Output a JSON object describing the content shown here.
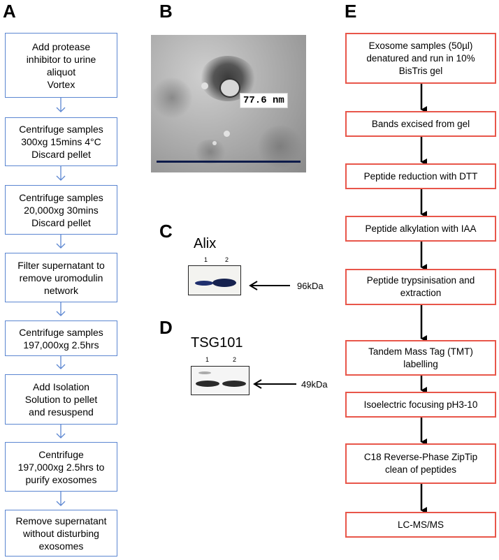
{
  "panels": {
    "a": "A",
    "b": "B",
    "c": "C",
    "d": "D",
    "e": "E"
  },
  "flow_a": [
    [
      "Add  protease",
      "inhibitor to urine",
      "aliquot",
      "Vortex"
    ],
    [
      "Centrifuge samples",
      "300xg 15mins 4°C",
      "Discard pellet"
    ],
    [
      "Centrifuge samples",
      "20,000xg 30mins",
      "Discard pellet"
    ],
    [
      "Filter supernatant to",
      "remove uromodulin",
      "network"
    ],
    [
      "Centrifuge  samples",
      "197,000xg 2.5hrs"
    ],
    [
      "Add Isolation",
      "Solution to pellet",
      "and resuspend"
    ],
    [
      "Centrifuge",
      "197,000xg 2.5hrs to",
      "purify exosomes"
    ],
    [
      "Remove supernatant",
      "without disturbing",
      "exosomes"
    ]
  ],
  "em": {
    "measurement": "77.6 nm"
  },
  "blot_c": {
    "title": "Alix",
    "lanes": [
      "1",
      "2"
    ],
    "marker": "96kDa"
  },
  "blot_d": {
    "title": "TSG101",
    "lanes": [
      "1",
      "2"
    ],
    "marker": "49kDa"
  },
  "flow_e": [
    [
      "Exosome samples (50µl)",
      "denatured and run in 10%",
      "BisTris gel"
    ],
    [
      "Bands excised from gel"
    ],
    [
      "Peptide reduction with DTT"
    ],
    [
      "Peptide alkylation  with IAA"
    ],
    [
      "Peptide trypsinisation and",
      "extraction"
    ],
    [
      "Tandem Mass Tag (TMT)",
      "labelling"
    ],
    [
      "Isoelectric focusing pH3-10"
    ],
    [
      "C18 Reverse-Phase ZipTip",
      "clean of peptides"
    ],
    [
      "LC-MS/MS"
    ]
  ],
  "colors": {
    "flow_a_border": "#5b86d1",
    "flow_e_border": "#e8564a",
    "scale_bar": "#0d1b4a"
  }
}
